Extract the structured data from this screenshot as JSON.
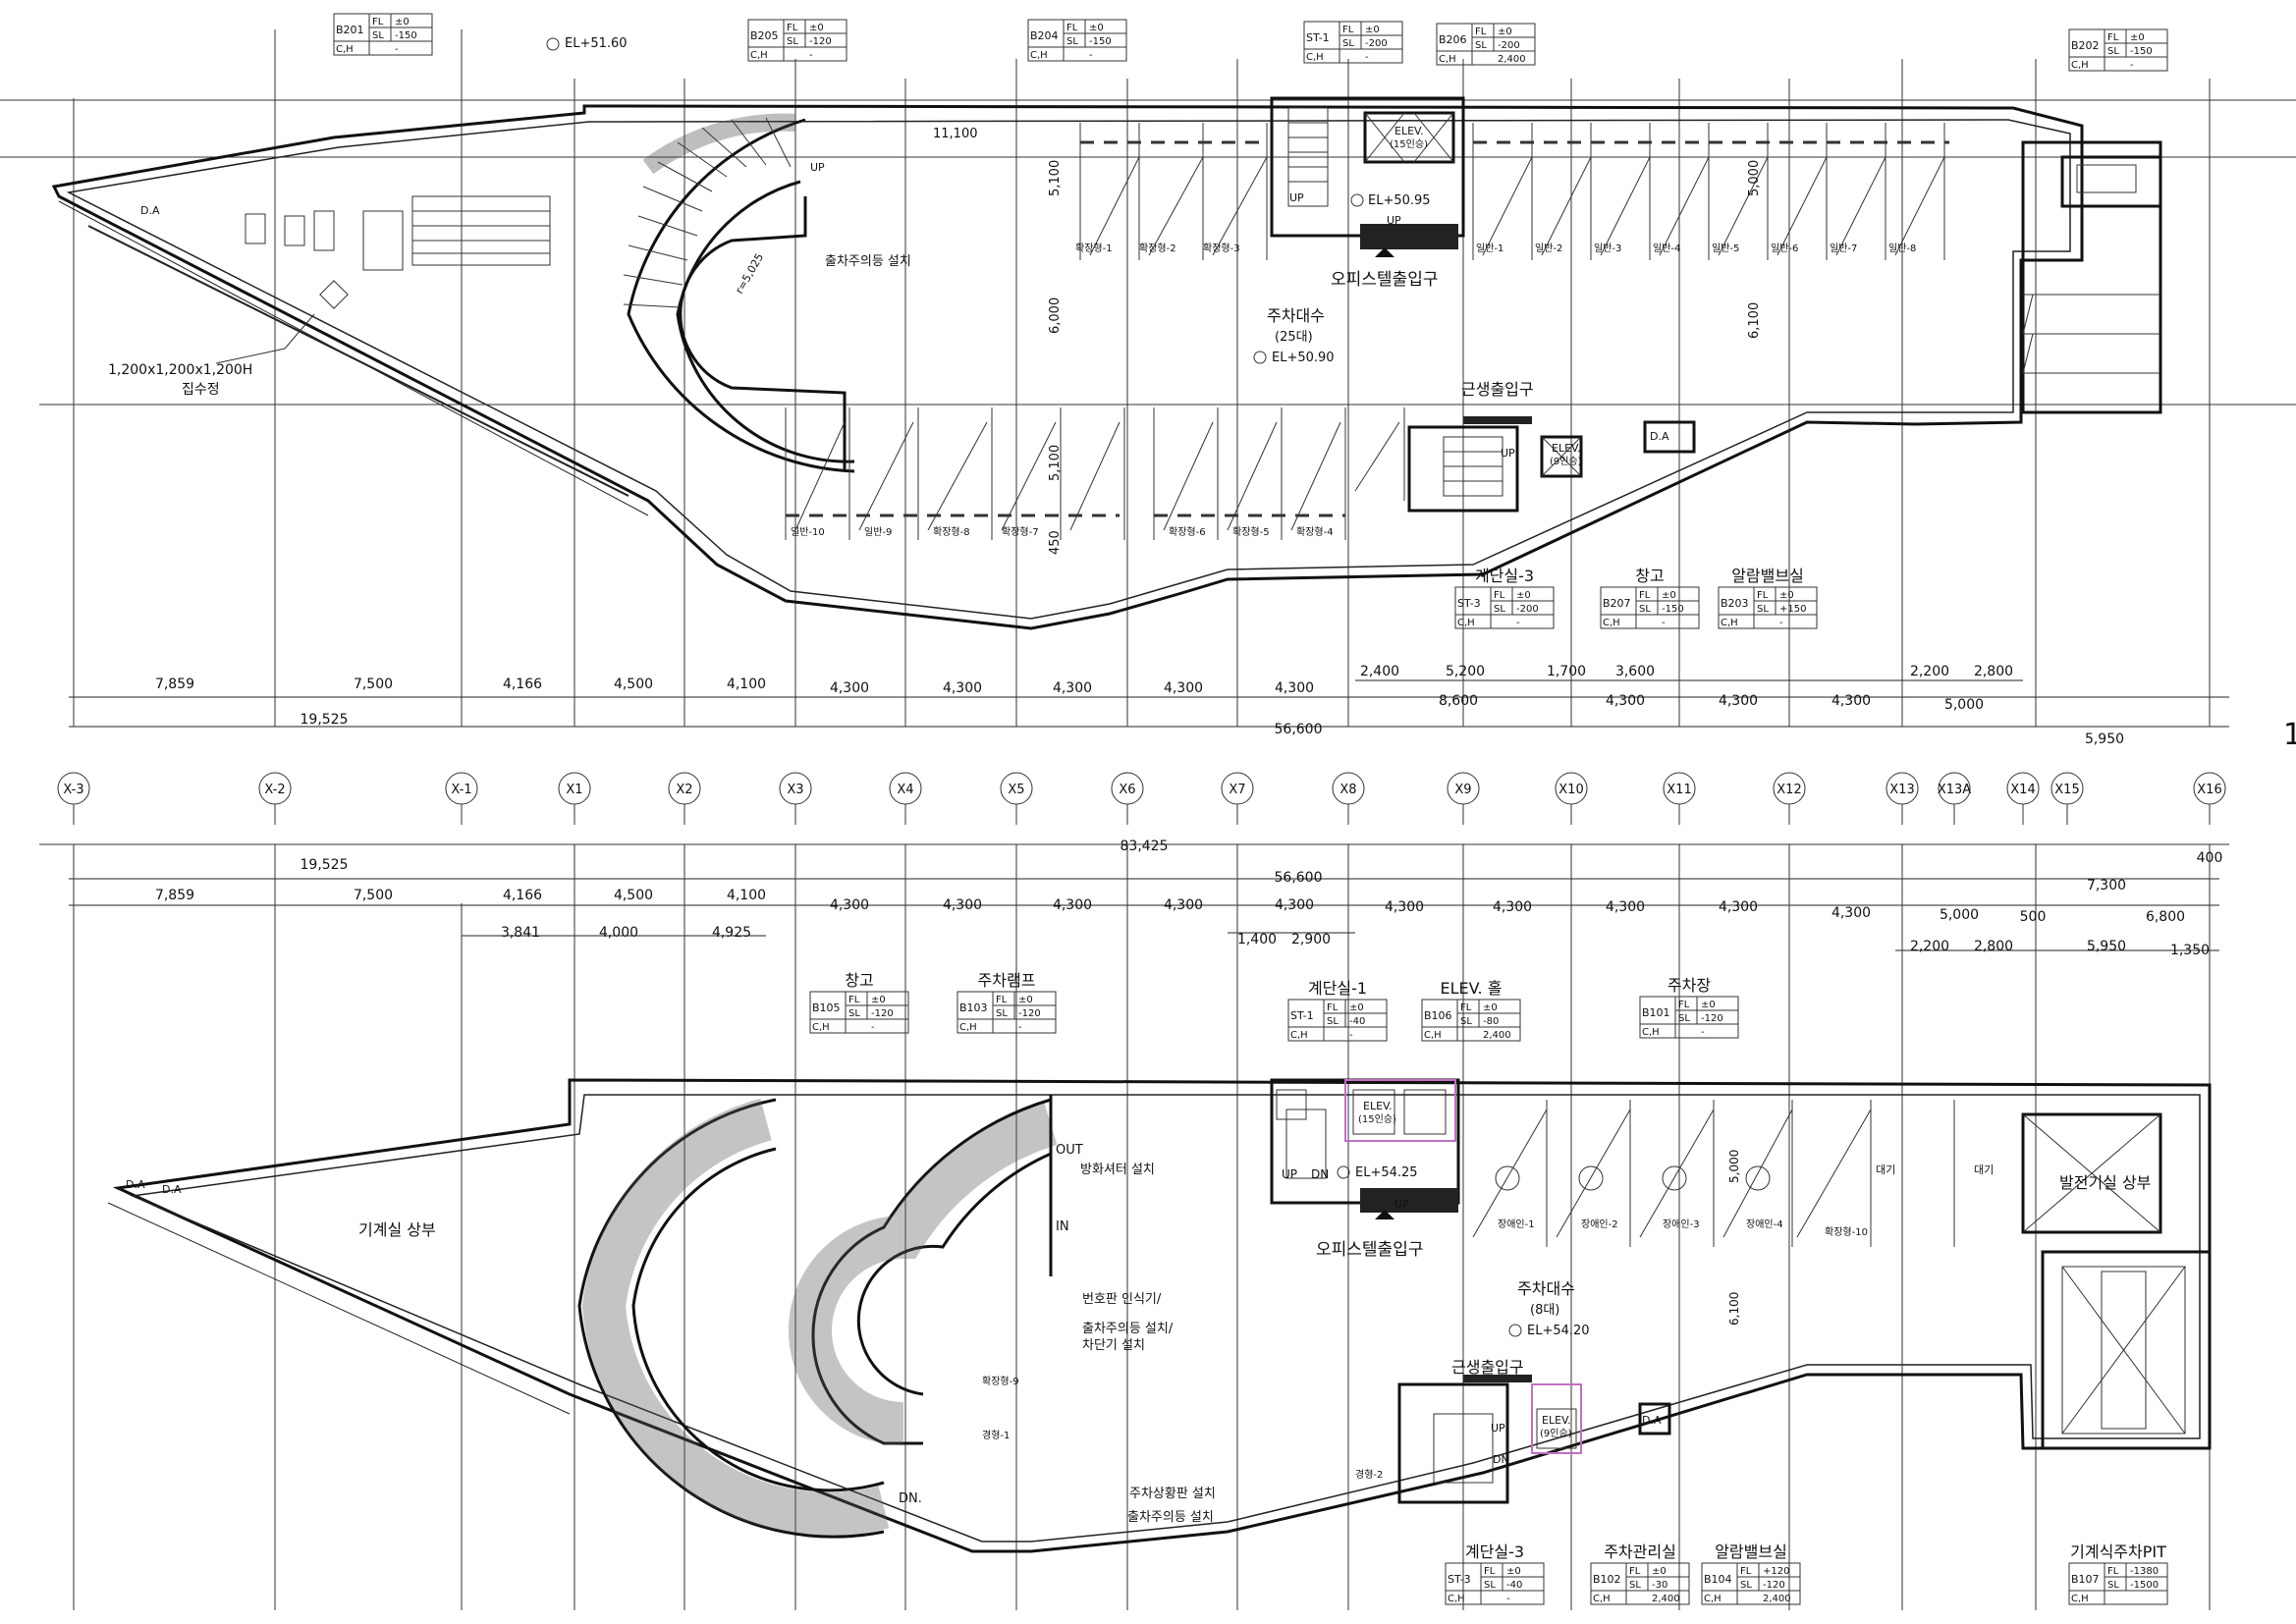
{
  "colors": {
    "ink": "#111111",
    "elevator_highlight": "#c070c0"
  },
  "grid_axes": [
    "X-3",
    "X-2",
    "X-1",
    "X1",
    "X2",
    "X3",
    "X4",
    "X5",
    "X6",
    "X7",
    "X8",
    "X9",
    "X10",
    "X11",
    "X12",
    "X13",
    "X13A",
    "X14",
    "X15",
    "X16"
  ],
  "sheet_marker": "1",
  "upper_plan": {
    "room_tags": [
      {
        "code": "B201",
        "fl": "±0",
        "sl": "-150",
        "ch": "-"
      },
      {
        "code": "B205",
        "fl": "±0",
        "sl": "-120",
        "ch": "-"
      },
      {
        "code": "B204",
        "fl": "±0",
        "sl": "-150",
        "ch": "-"
      },
      {
        "code": "ST-1",
        "fl": "±0",
        "sl": "-200",
        "ch": "-"
      },
      {
        "code": "B206",
        "fl": "±0",
        "sl": "-200",
        "ch": "2,400"
      },
      {
        "code": "B202",
        "fl": "±0",
        "sl": "-150",
        "ch": "-"
      },
      {
        "code": "ST-3",
        "fl": "±0",
        "sl": "-200",
        "ch": "-",
        "name": "계단실-3"
      },
      {
        "code": "B207",
        "fl": "±0",
        "sl": "-150",
        "ch": "-",
        "name": "창고"
      },
      {
        "code": "B203",
        "fl": "±0",
        "sl": "+150",
        "ch": "-",
        "name": "알람밸브실"
      }
    ],
    "labels": {
      "el_top": "EL+51.60",
      "el_office": "EL+50.95",
      "el_center": "EL+50.90",
      "office_entrance": "오피스텔출입구",
      "retail_entrance": "근생출입구",
      "parking_count_title": "주차대수",
      "parking_count": "(25대)",
      "warning_light": "출차주의등 설치",
      "sump_size": "1,200x1,200x1,200H",
      "sump": "집수정",
      "dim_11100": "11,100",
      "radius": "r=5,025",
      "elev_top": "ELEV.",
      "elev_top_cap": "(15인승)",
      "elev_bottom": "ELEV.",
      "elev_bottom_cap": "(9인승)",
      "up": "UP",
      "da": "D.A"
    },
    "dims_row1": [
      "7,859",
      "7,500",
      "4,166",
      "4,500",
      "4,100",
      "4,300",
      "4,300",
      "4,300",
      "4,300",
      "4,300",
      "8,600",
      "4,300",
      "4,300",
      "4,300",
      "5,000",
      "5,950"
    ],
    "dims_row1b": [
      "2,400",
      "5,200",
      "1,700",
      "3,600",
      "2,200",
      "2,800"
    ],
    "dims_row2": [
      "19,525",
      "56,600"
    ],
    "dims_vertical": [
      "5,100",
      "6,000",
      "5,100",
      "450",
      "5,000",
      "6,100"
    ],
    "stall_labels_top": [
      "확장형-1",
      "확장형-2",
      "확장형-3",
      "일반-1",
      "일반-2",
      "일반-3",
      "일반-4",
      "일반-5",
      "일반-6",
      "일반-7",
      "일반-8"
    ],
    "stall_labels_bottom": [
      "일반-10",
      "일반-9",
      "확장형-8",
      "확장형-7",
      "확장형-6",
      "확장형-5",
      "확장형-4"
    ]
  },
  "lower_plan": {
    "dims_total": "83,425",
    "dims_row1": [
      "19,525",
      "56,600",
      "400"
    ],
    "dims_row2": [
      "7,859",
      "7,500",
      "4,166",
      "4,500",
      "4,100",
      "4,300",
      "4,300",
      "4,300",
      "4,300",
      "4,300",
      "4,300",
      "4,300",
      "4,300",
      "4,300",
      "4,300",
      "5,000",
      "500",
      "7,300",
      "6,800"
    ],
    "dims_row3": [
      "3,841",
      "4,000",
      "4,925",
      "1,400",
      "2,900",
      "2,200",
      "2,800",
      "5,950",
      "1,350"
    ],
    "room_tags": [
      {
        "code": "B105",
        "fl": "±0",
        "sl": "-120",
        "ch": "-",
        "name": "창고"
      },
      {
        "code": "B103",
        "fl": "±0",
        "sl": "-120",
        "ch": "-",
        "name": "주차램프"
      },
      {
        "code": "ST-1",
        "fl": "±0",
        "sl": "-40",
        "ch": "-",
        "name": "계단실-1"
      },
      {
        "code": "B106",
        "fl": "±0",
        "sl": "-80",
        "ch": "2,400",
        "name": "ELEV. 홀"
      },
      {
        "code": "B101",
        "fl": "±0",
        "sl": "-120",
        "ch": "-",
        "name": "주차장"
      },
      {
        "code": "ST-3",
        "fl": "±0",
        "sl": "-40",
        "ch": "-",
        "name": "계단실-3"
      },
      {
        "code": "B102",
        "fl": "±0",
        "sl": "-30",
        "ch": "2,400",
        "name": "주차관리실"
      },
      {
        "code": "B104",
        "fl": "+120",
        "sl": "-120",
        "ch": "2,400",
        "name": "알람밸브실"
      },
      {
        "code": "B107",
        "fl": "-1380",
        "sl": "-1500",
        "ch": "",
        "name": "기계식주차PIT"
      }
    ],
    "labels": {
      "mech_room_above": "기계실 상부",
      "fire_shutter": "방화셔터 설치",
      "plate_reader": "번호판 인식기/",
      "warning_barrier": "출차주의등 설치/",
      "barrier": "차단기 설치",
      "parking_status": "주차상황판 설치",
      "warning_light": "출차주의등 설치",
      "out": "OUT",
      "in": "IN",
      "dn": "DN.",
      "office_entrance": "오피스텔출입구",
      "retail_entrance": "근생출입구",
      "parking_count_title": "주차대수",
      "parking_count": "(8대)",
      "el_elev": "EL+54.25",
      "el_center": "EL+54.20",
      "generator_above": "발전기실 상부",
      "elev_top": "ELEV.",
      "elev_top_cap": "(15인승)",
      "elev_bottom": "ELEV.",
      "elev_bottom_cap": "(9인승)",
      "up": "UP",
      "dn_short": "DN",
      "da": "D.A",
      "wait": "대기",
      "dim_6100": "6,100",
      "dim_5000": "5,000"
    },
    "stall_labels": [
      "장애인-1",
      "장애인-2",
      "장애인-3",
      "장애인-4",
      "확장형-10",
      "확장형-9",
      "경형-1",
      "경형-2"
    ]
  }
}
